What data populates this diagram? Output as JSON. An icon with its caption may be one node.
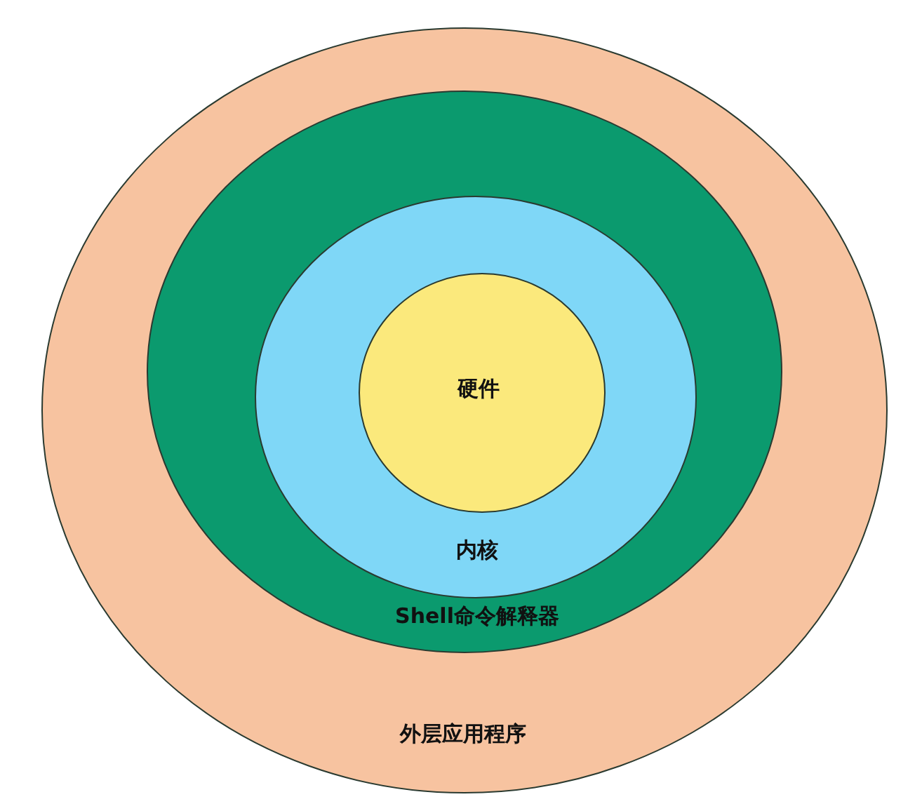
{
  "diagram": {
    "nodes": [
      {
        "text": [
          "外层应用程序"
        ]
      },
      {
        "text": [
          "Shell命令解释器"
        ],
        "in": 0
      },
      {
        "text": [
          "内核"
        ],
        "in": 1
      },
      {
        "text": [
          "硬件"
        ],
        "in": 2
      }
    ]
  }
}
